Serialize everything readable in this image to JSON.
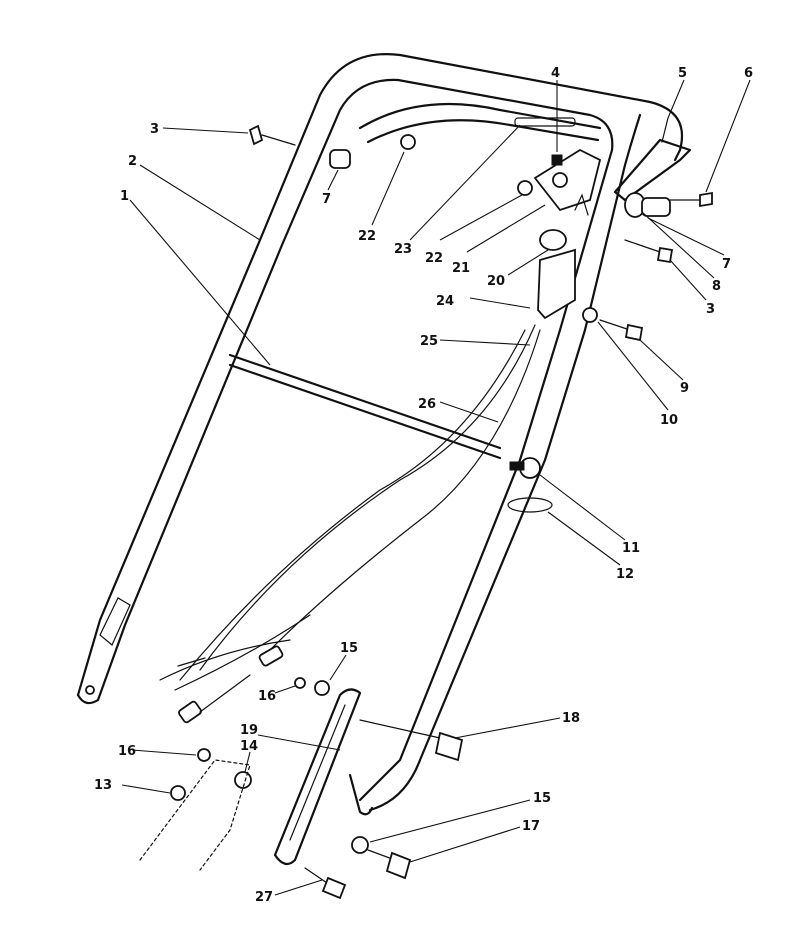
{
  "callouts": [
    "1",
    "2",
    "3",
    "3",
    "4",
    "5",
    "6",
    "7",
    "7",
    "8",
    "9",
    "10",
    "11",
    "12",
    "13",
    "14",
    "15",
    "15",
    "16",
    "16",
    "17",
    "18",
    "19",
    "20",
    "21",
    "22",
    "22",
    "23",
    "24",
    "25",
    "26",
    "27"
  ]
}
